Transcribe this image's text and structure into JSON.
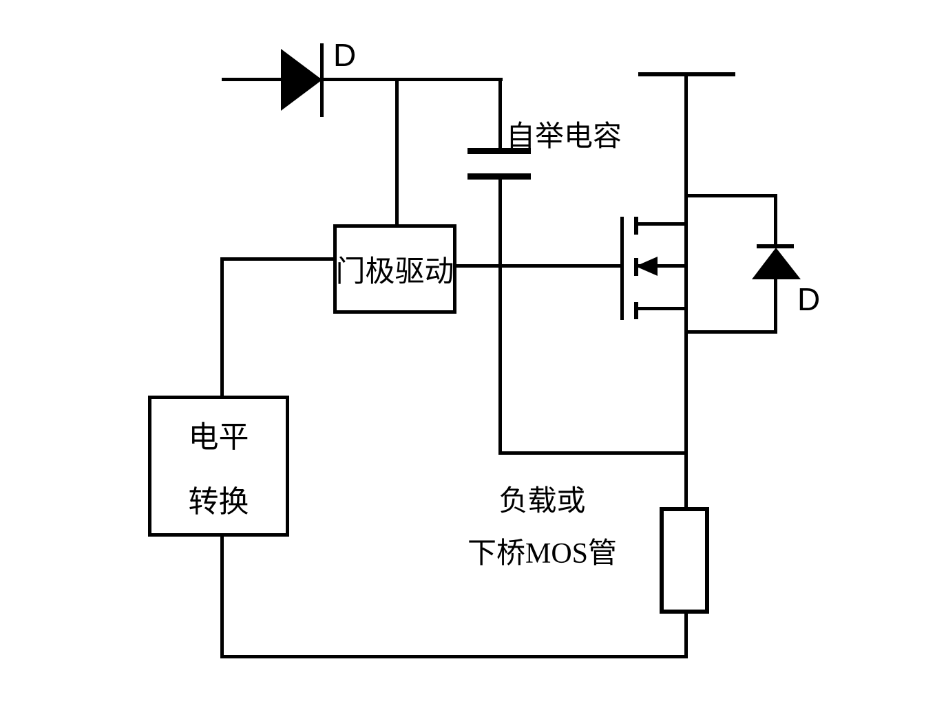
{
  "diagram": {
    "labels": {
      "bootstrap_diode": "D",
      "bootstrap_capacitor": "自举电容",
      "gate_driver": "门极驱动",
      "level_shifter_line1": "电平",
      "level_shifter_line2": "转换",
      "load_note_line1": "负载或",
      "load_note_line2": "下桥MOS管",
      "body_diode": "D"
    },
    "colors": {
      "ink": "#000000",
      "background": "#ffffff"
    }
  }
}
